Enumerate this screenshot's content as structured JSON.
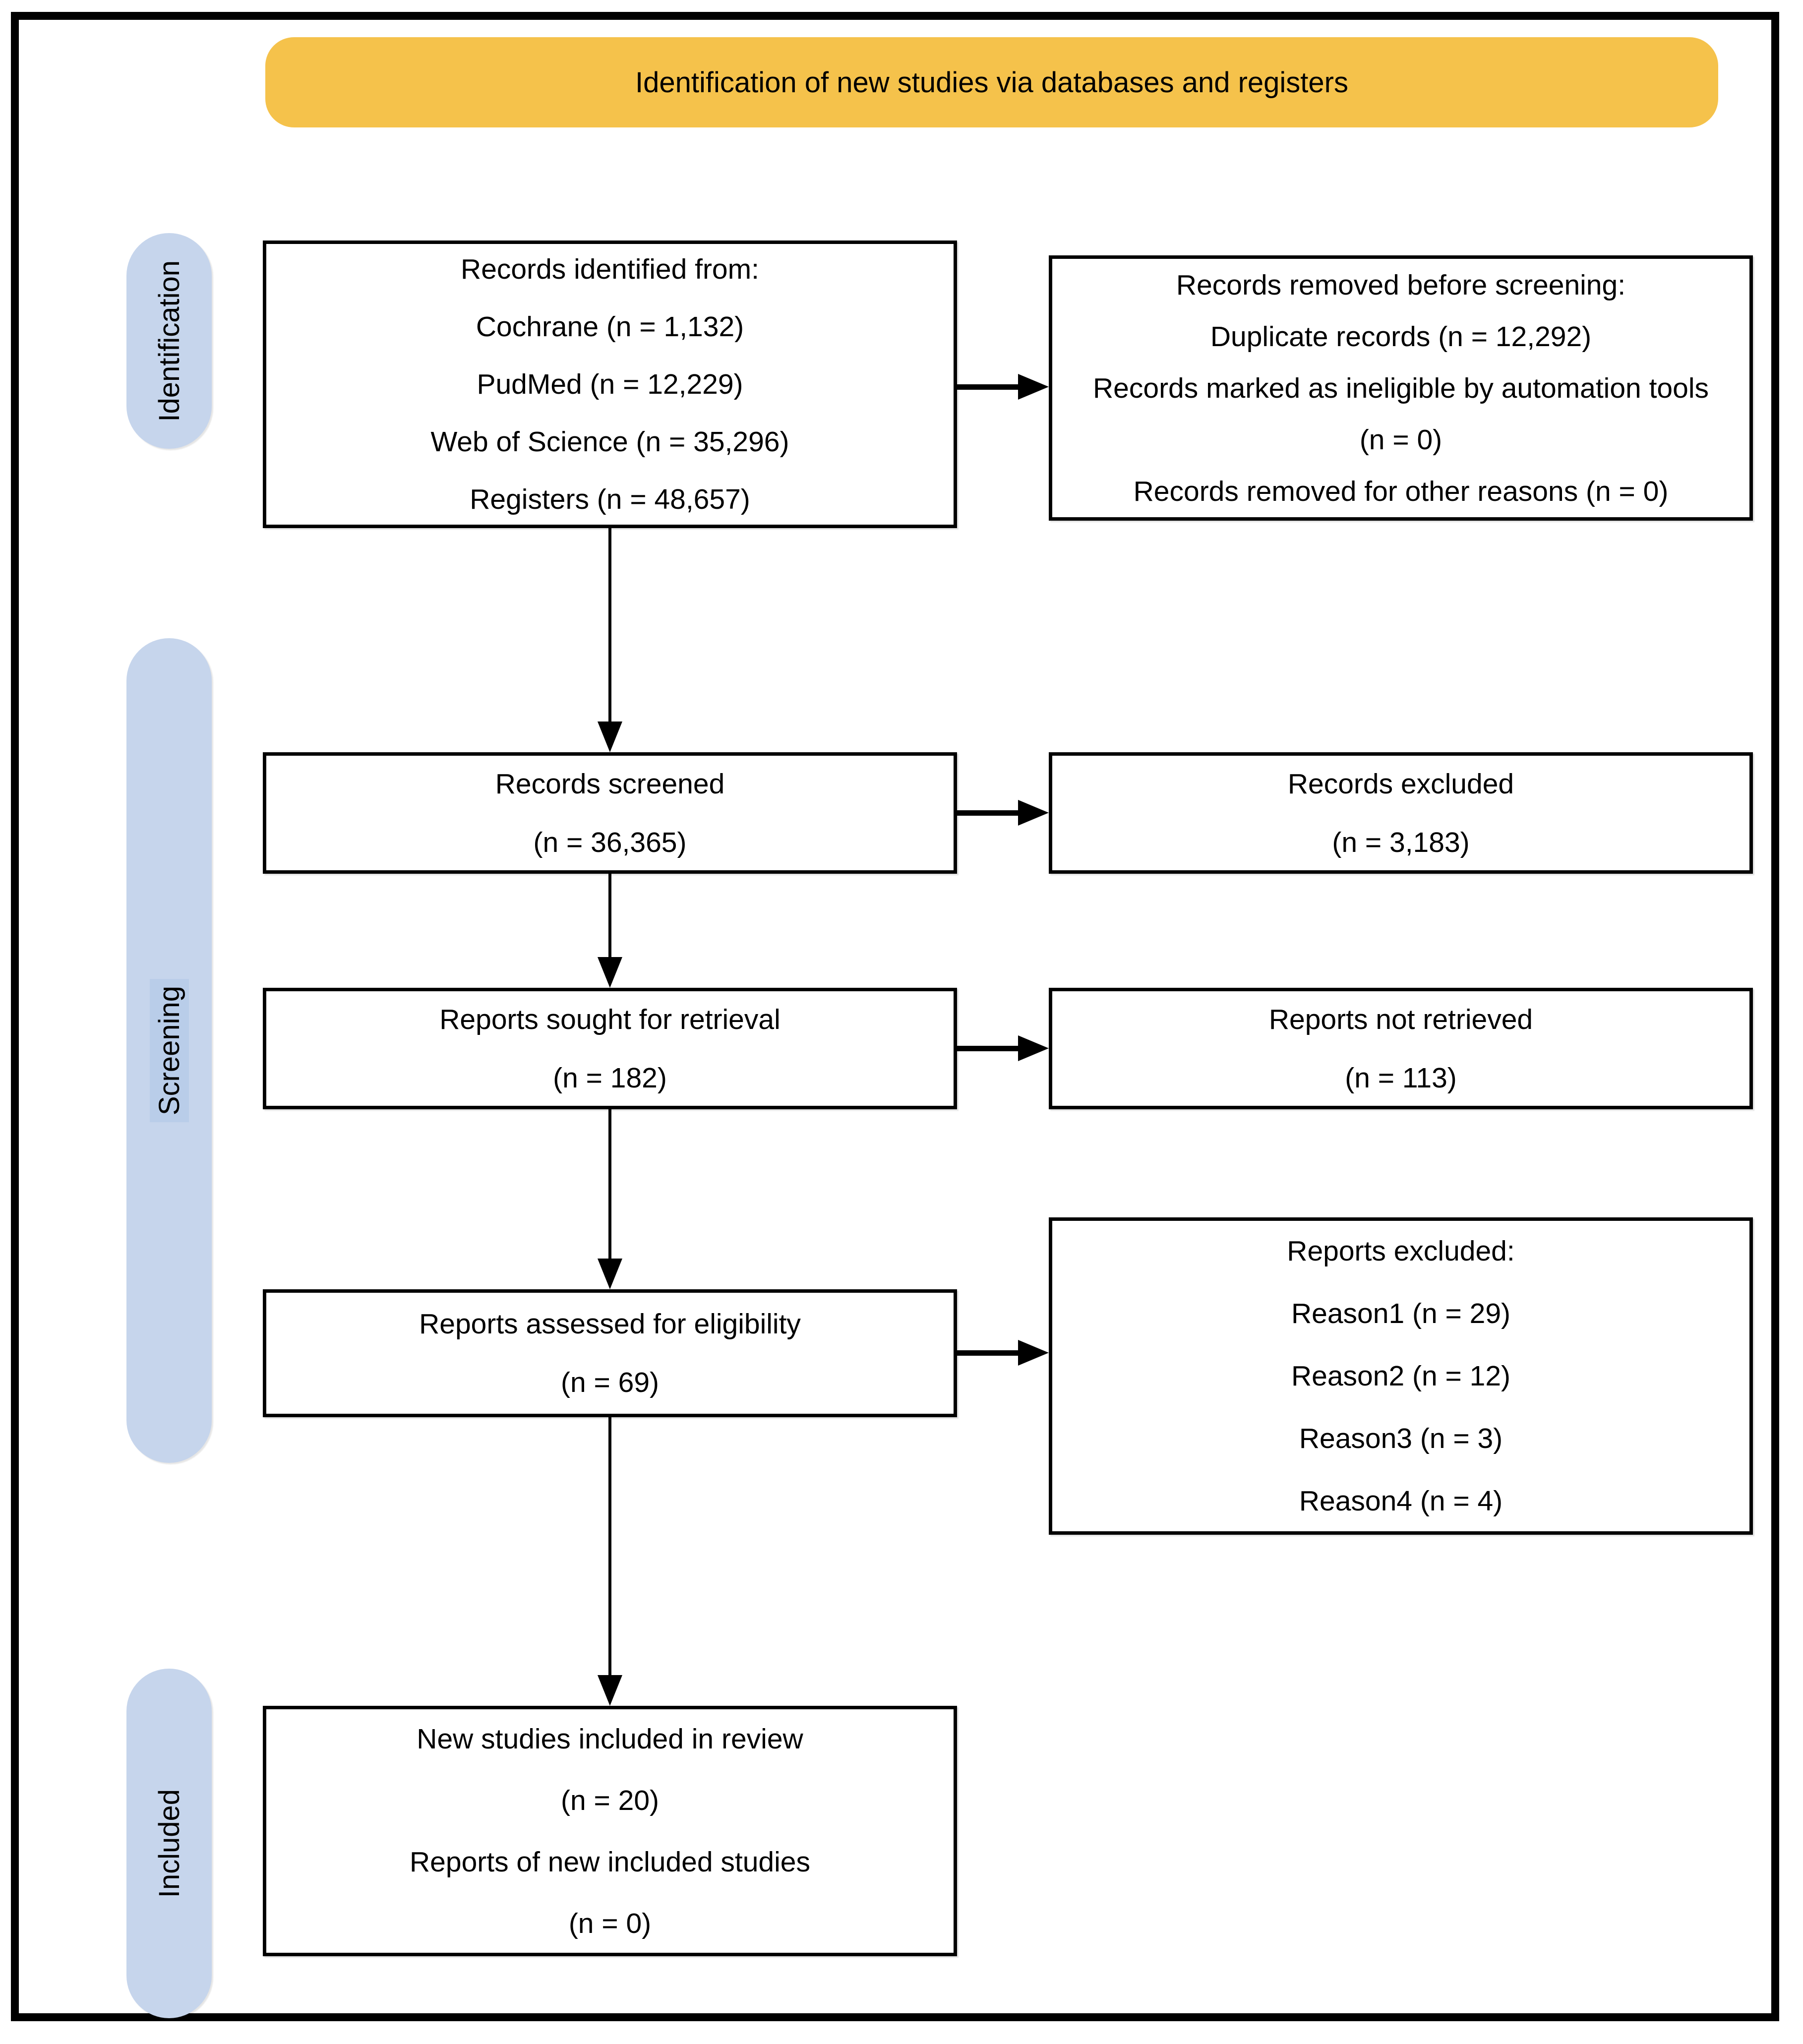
{
  "banner": {
    "title": "Identification of new studies via databases and registers"
  },
  "stages": {
    "identification": {
      "label": "Identification"
    },
    "screening": {
      "label": "Screening"
    },
    "included": {
      "label": "Included"
    }
  },
  "boxes": {
    "identified": {
      "lines": [
        "Records identified from:",
        "Cochrane (n = 1,132)",
        "PudMed (n = 12,229)",
        "Web of Science (n = 35,296)",
        "Registers (n = 48,657)"
      ]
    },
    "removed": {
      "lines": [
        "Records removed before screening:",
        "Duplicate records (n = 12,292)",
        "Records marked as ineligible by automation tools (n = 0)",
        "Records removed for other reasons (n = 0)"
      ]
    },
    "screened": {
      "lines": [
        "Records screened",
        "(n = 36,365)"
      ]
    },
    "excluded": {
      "lines": [
        "Records excluded",
        "(n = 3,183)"
      ]
    },
    "sought": {
      "lines": [
        "Reports sought for retrieval",
        "(n = 182)"
      ]
    },
    "not_retrieved": {
      "lines": [
        "Reports not retrieved",
        "(n = 113)"
      ]
    },
    "assessed": {
      "lines": [
        "Reports assessed for eligibility",
        "(n = 69)"
      ]
    },
    "reports_excluded": {
      "lines": [
        "Reports excluded:",
        "Reason1 (n = 29)",
        "Reason2 (n = 12)",
        "Reason3 (n = 3)",
        "Reason4 (n = 4)"
      ]
    },
    "included_review": {
      "lines": [
        "New studies included in review",
        "(n = 20)",
        "Reports of new included studies",
        "(n = 0)"
      ]
    }
  },
  "colors": {
    "banner_bg": "#F5C24B",
    "stage_bg": "#C6D5EC",
    "screening_highlight_bg": "#B9CDE9",
    "box_bg": "#FFFFFF",
    "line_color": "#000000"
  }
}
